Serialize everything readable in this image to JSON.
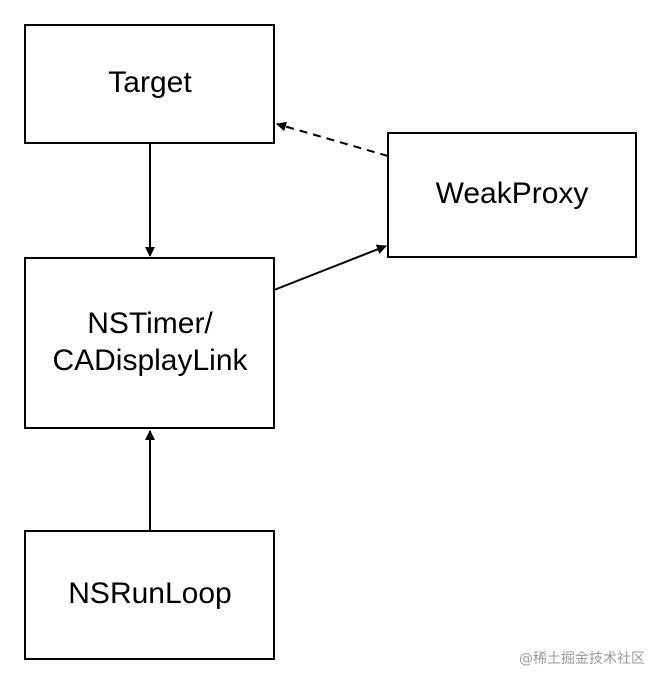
{
  "diagram": {
    "nodes": {
      "target": {
        "label": "Target"
      },
      "weakproxy": {
        "label": "WeakProxy"
      },
      "timer": {
        "line1": "NSTimer/",
        "line2": "CADisplayLink"
      },
      "runloop": {
        "label": "NSRunLoop"
      }
    },
    "edges": [
      {
        "from": "Target",
        "to": "NSTimer/CADisplayLink",
        "style": "solid"
      },
      {
        "from": "NSTimer/CADisplayLink",
        "to": "WeakProxy",
        "style": "solid"
      },
      {
        "from": "WeakProxy",
        "to": "Target",
        "style": "dashed"
      },
      {
        "from": "NSRunLoop",
        "to": "NSTimer/CADisplayLink",
        "style": "solid"
      }
    ],
    "colors": {
      "stroke": "#000000",
      "background": "#ffffff",
      "watermark": "#9a9a9a"
    }
  },
  "watermark": "@稀土掘金技术社区"
}
